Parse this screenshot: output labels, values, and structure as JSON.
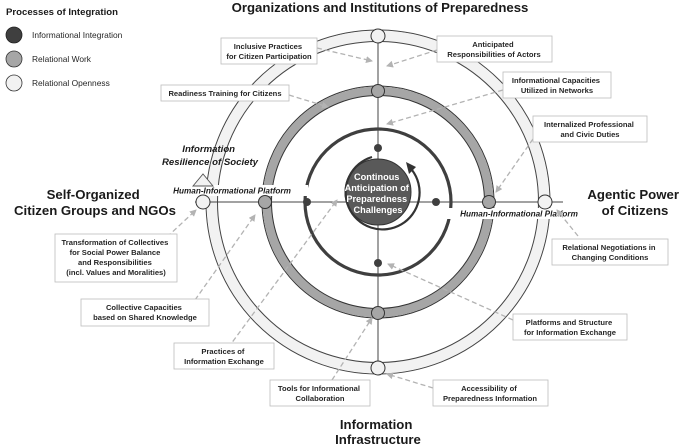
{
  "legend": {
    "title": "Processes of Integration",
    "items": [
      {
        "label": "Informational Integration",
        "color": "#3f3f3f"
      },
      {
        "label": "Relational Work",
        "color": "#a6a6a6"
      },
      {
        "label": "Relational Openness",
        "color": "#f2f2f2"
      }
    ]
  },
  "dimensions": {
    "top": [
      "Organizations and Institutions of Preparedness"
    ],
    "left": [
      "Self-Organized",
      "Citizen Groups and NGOs"
    ],
    "right": [
      "Agentic Power",
      "of Citizens"
    ],
    "bottom": [
      "Information",
      "Infrastructure"
    ]
  },
  "axis_labels": {
    "left_platform": "Human-Informational  Platform",
    "right_platform": "Human-Informational  Platform"
  },
  "resilience_label": [
    "Information",
    "Resilience of Society"
  ],
  "center": [
    "Continous",
    "Anticipation of",
    "Preparedness",
    "Challenges"
  ],
  "boxes": {
    "inclusive_practices": [
      "Inclusive Practices",
      "for Citizen Participation"
    ],
    "readiness_training": [
      "Readiness Training for Citizens"
    ],
    "anticipated_responsibilities": [
      "Anticipated",
      "Responsibilities of Actors"
    ],
    "informational_capacities": [
      "Informational Capacities",
      "Utilized in Networks"
    ],
    "internalized_duties": [
      "Internalized Professional",
      "and Civic Duties"
    ],
    "relational_negotiations": [
      "Relational Negotiations in",
      "Changing Conditions"
    ],
    "transformation_collectives": [
      "Transformation of Collectives",
      "for Social Power Balance",
      "and Responsibilities",
      "(incl. Values and Moralities)"
    ],
    "collective_capacities": [
      "Collective Capacities",
      "based on Shared Knowledge"
    ],
    "practices_exchange": [
      "Practices of",
      "Information Exchange"
    ],
    "tools_collaboration": [
      "Tools for Informational",
      "Collaboration"
    ],
    "platforms_structure": [
      "Platforms and Structure",
      "for Information Exchange"
    ],
    "accessibility_info": [
      "Accessibility of",
      "Preparedness Information"
    ]
  },
  "colors": {
    "outer_ring_fill": "#f2f2f2",
    "middle_ring_fill": "#a6a6a6",
    "inner_ring": "#3f3f3f",
    "center_fill": "#595959",
    "leader_lines": "#b3b3b3"
  }
}
